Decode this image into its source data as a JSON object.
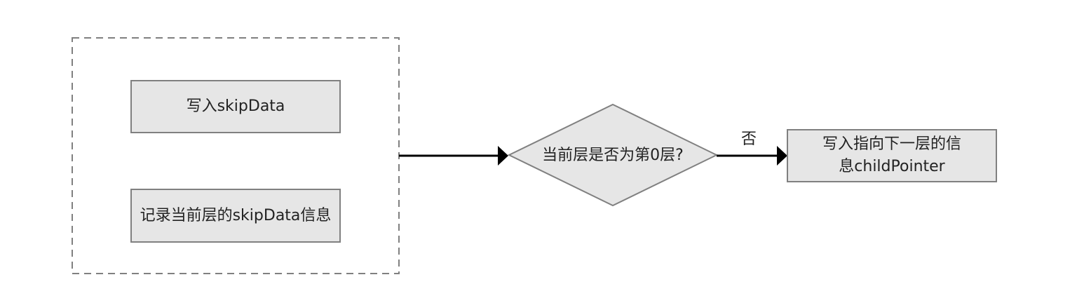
{
  "nodes": {
    "write_skipdata": "写入skipData",
    "record_skipdata": "记录当前层的skipData信息",
    "is_level_zero": "当前层是否为第0层?",
    "write_child_pointer": "写入指向下一层的信息childPointer"
  },
  "edges": {
    "no_label": "否"
  },
  "colors": {
    "node_fill": "#e6e6e6",
    "node_border": "#808080",
    "group_border": "#808080",
    "arrow": "#000000"
  }
}
